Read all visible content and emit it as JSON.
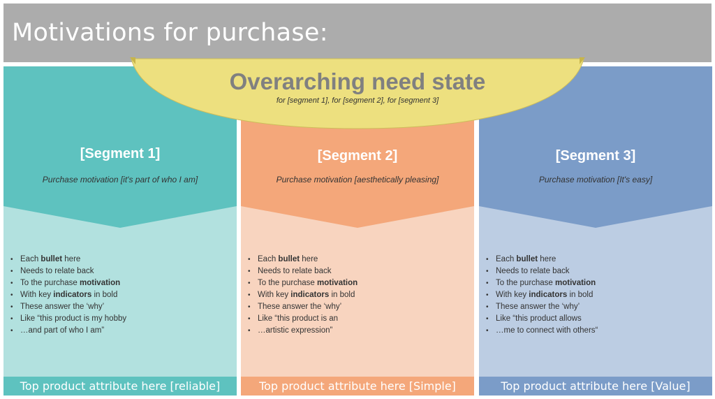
{
  "header": {
    "title": "Motivations for purchase:"
  },
  "banner": {
    "title": "Overarching need state",
    "subtitle": "for [segment 1], for [segment 2], for [segment 3]"
  },
  "colors": {
    "header": "#acacac",
    "banner": "#ede07f",
    "segment1_top": "#5ec2bf",
    "segment1_body": "#b2e1df",
    "segment1_footer": "#5ec2bf",
    "segment2_top": "#f4a77a",
    "segment2_body": "#f8d4bf",
    "segment2_footer": "#f4a77a",
    "segment3_top": "#7b9cc8",
    "segment3_body": "#bccde3",
    "segment3_footer": "#7b9cc8"
  },
  "segments": [
    {
      "title": "[Segment 1]",
      "motivation": "Purchase motivation [it's part of who I am]",
      "bullets": [
        {
          "pre": "Each ",
          "bold": "bullet",
          "post": " here"
        },
        {
          "pre": "Needs to relate back",
          "bold": "",
          "post": ""
        },
        {
          "pre": "To the purchase ",
          "bold": "motivation",
          "post": ""
        },
        {
          "pre": "With key ",
          "bold": "indicators",
          "post": " in bold"
        },
        {
          "pre": "These answer the ‘why’",
          "bold": "",
          "post": ""
        },
        {
          "pre": "Like “this product is my hobby",
          "bold": "",
          "post": ""
        },
        {
          "pre": "…and part of who I am”",
          "bold": "",
          "post": ""
        }
      ],
      "footer": "Top product attribute here [reliable]"
    },
    {
      "title": "[Segment 2]",
      "motivation": "Purchase motivation [aesthetically pleasing]",
      "bullets": [
        {
          "pre": "Each ",
          "bold": "bullet",
          "post": " here"
        },
        {
          "pre": "Needs to relate back",
          "bold": "",
          "post": ""
        },
        {
          "pre": "To the purchase ",
          "bold": "motivation",
          "post": ""
        },
        {
          "pre": "With key ",
          "bold": "indicators",
          "post": " in bold"
        },
        {
          "pre": "These answer the ‘why’",
          "bold": "",
          "post": ""
        },
        {
          "pre": "Like “this product is an",
          "bold": "",
          "post": ""
        },
        {
          "pre": "…artistic expression”",
          "bold": "",
          "post": ""
        }
      ],
      "footer": "Top product attribute here [Simple]"
    },
    {
      "title": "[Segment 3]",
      "motivation": "Purchase motivation [It's easy]",
      "bullets": [
        {
          "pre": "Each ",
          "bold": "bullet",
          "post": " here"
        },
        {
          "pre": "Needs to relate back",
          "bold": "",
          "post": ""
        },
        {
          "pre": "To the purchase ",
          "bold": "motivation",
          "post": ""
        },
        {
          "pre": "With key ",
          "bold": "indicators",
          "post": " in bold"
        },
        {
          "pre": "These answer the ‘why’",
          "bold": "",
          "post": ""
        },
        {
          "pre": "Like “this product allows",
          "bold": "",
          "post": ""
        },
        {
          "pre": "…me to connect with others“",
          "bold": "",
          "post": ""
        }
      ],
      "footer": "Top product attribute here [Value]"
    }
  ]
}
